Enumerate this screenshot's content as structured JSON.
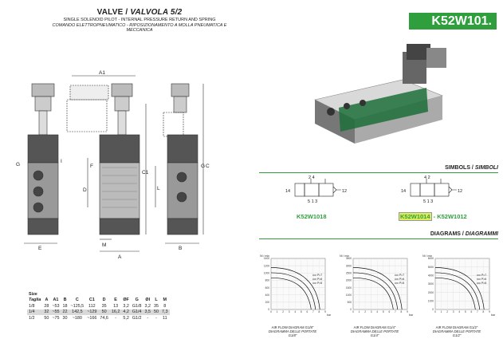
{
  "header": {
    "title_plain": "VALVE / ",
    "title_italic": "VALVOLA 5/2",
    "subtitle_en": "SINGLE SOLENOID PILOT - INTERNAL PRESSURE RETURN AND SPRING",
    "subtitle_it": "COMANDO ELETTROPNEUMATICO - RIPOSIZIONAMENTO A MOLLA PNEUMATICA E MECCANICA"
  },
  "product_code": "K52W101.",
  "drawing_labels": {
    "a1": "A1",
    "g_left": "G",
    "i": "I",
    "f": "F",
    "d": "D",
    "c1": "C1",
    "m": "M",
    "a": "A",
    "e": "E",
    "l": "L",
    "g_right": "G",
    "c": "C",
    "b": "B"
  },
  "symbols": {
    "heading_plain": "SIMBOLS / ",
    "heading_italic": "SIMBOLI",
    "left": {
      "top_ports": "2  4",
      "left_port": "14",
      "right_port": "12",
      "bottom_ports": "5 1 3",
      "code": "K52W1018"
    },
    "right": {
      "top_ports": "4  2",
      "left_port": "14",
      "right_port": "12",
      "bottom_ports": "5 1 3",
      "code_a": "K52W1014",
      "dash": " - ",
      "code_b": "K52W1012"
    }
  },
  "diagrams": {
    "heading_plain": "DIAGRAMS / ",
    "heading_italic": "DIAGRAMMI",
    "bar_unit": "bar",
    "charts": [
      {
        "unit": "Nl / min",
        "ticks": [
          "1400",
          "1200",
          "1000",
          "800",
          "600",
          "400",
          "200",
          "0"
        ],
        "x_ticks": [
          "0",
          "1",
          "2",
          "3",
          "4",
          "5",
          "6",
          "7",
          "8",
          "9"
        ],
        "legend": [
          "P=7",
          "P=6",
          "P=5"
        ],
        "caption_en": "AIR FLOW DIAGRAM G1/8\"",
        "caption_it": "DIAGRAMMA DELLE PORTATE G1/8\""
      },
      {
        "unit": "Nl / min",
        "ticks": [
          "3500",
          "3000",
          "2500",
          "2000",
          "1500",
          "1000",
          "500",
          "0"
        ],
        "x_ticks": [
          "0",
          "1",
          "2",
          "3",
          "4",
          "5",
          "6",
          "7",
          "8",
          "9"
        ],
        "legend": [
          "P=7",
          "P=6",
          "P=5"
        ],
        "caption_en": "AIR FLOW DIAGRAM G1/4\"",
        "caption_it": "DIAGRAMMA DELLE PORTATE G1/4\""
      },
      {
        "unit": "Nl / min",
        "ticks": [
          "6000",
          "5000",
          "4000",
          "3000",
          "2000",
          "1000",
          "0"
        ],
        "x_ticks": [
          "0",
          "1",
          "2",
          "3",
          "4",
          "5",
          "6",
          "7",
          "8",
          "9"
        ],
        "legend": [
          "P=7",
          "P=6",
          "P=5"
        ],
        "caption_en": "AIR FLOW DIAGRAM G1/2\"",
        "caption_it": "DIAGRAMMA DELLE PORTATE G1/2\""
      }
    ]
  },
  "size_table": {
    "header_size": "Size",
    "header_taglia": "Taglia",
    "columns": [
      "A",
      "A1",
      "B",
      "C",
      "C1",
      "D",
      "E",
      "ØF",
      "G",
      "ØI",
      "L",
      "M"
    ],
    "rows": [
      [
        "1/8",
        "28",
        "~53",
        "18",
        "~125,5",
        "112",
        "35",
        "13",
        "3,2",
        "G1/8",
        "3,2",
        "35",
        "8"
      ],
      [
        "1/4",
        "32",
        "~55",
        "22",
        "142,5",
        "~129",
        "50",
        "16,2",
        "4,2",
        "G1/4",
        "3,5",
        "50",
        "7,3"
      ],
      [
        "1/2",
        "50",
        "~75",
        "30",
        "~180",
        "~166",
        "74,6",
        "-",
        "5,2",
        "G1/2",
        "-",
        "-",
        "11"
      ]
    ]
  },
  "colors": {
    "accent": "#2f9f3d",
    "highlight": "#dcec5a",
    "row_shade": "#d9d9d9"
  }
}
